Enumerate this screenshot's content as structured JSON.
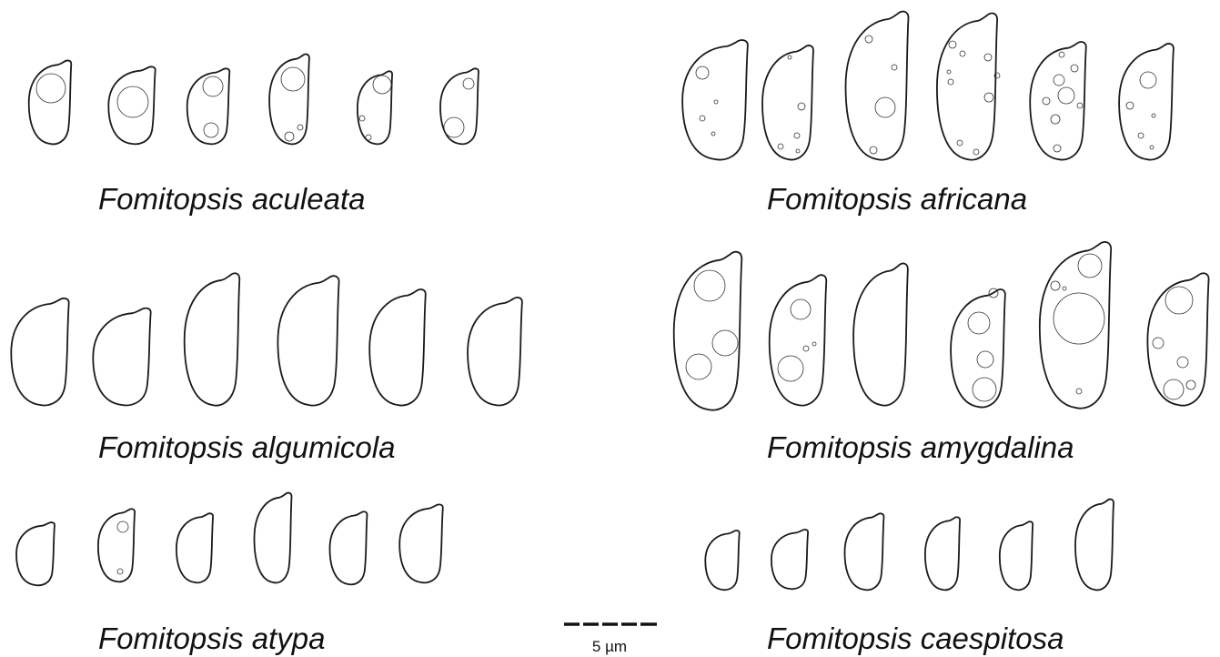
{
  "groups": [
    {
      "species": "Fomitopsis aculeata"
    },
    {
      "species": "Fomitopsis africana"
    },
    {
      "species": "Fomitopsis algumicola"
    },
    {
      "species": "Fomitopsis amygdalina"
    },
    {
      "species": "Fomitopsis atypa"
    },
    {
      "species": "Fomitopsis caespitosa"
    }
  ],
  "scale_bar": {
    "label": "5 µm"
  }
}
